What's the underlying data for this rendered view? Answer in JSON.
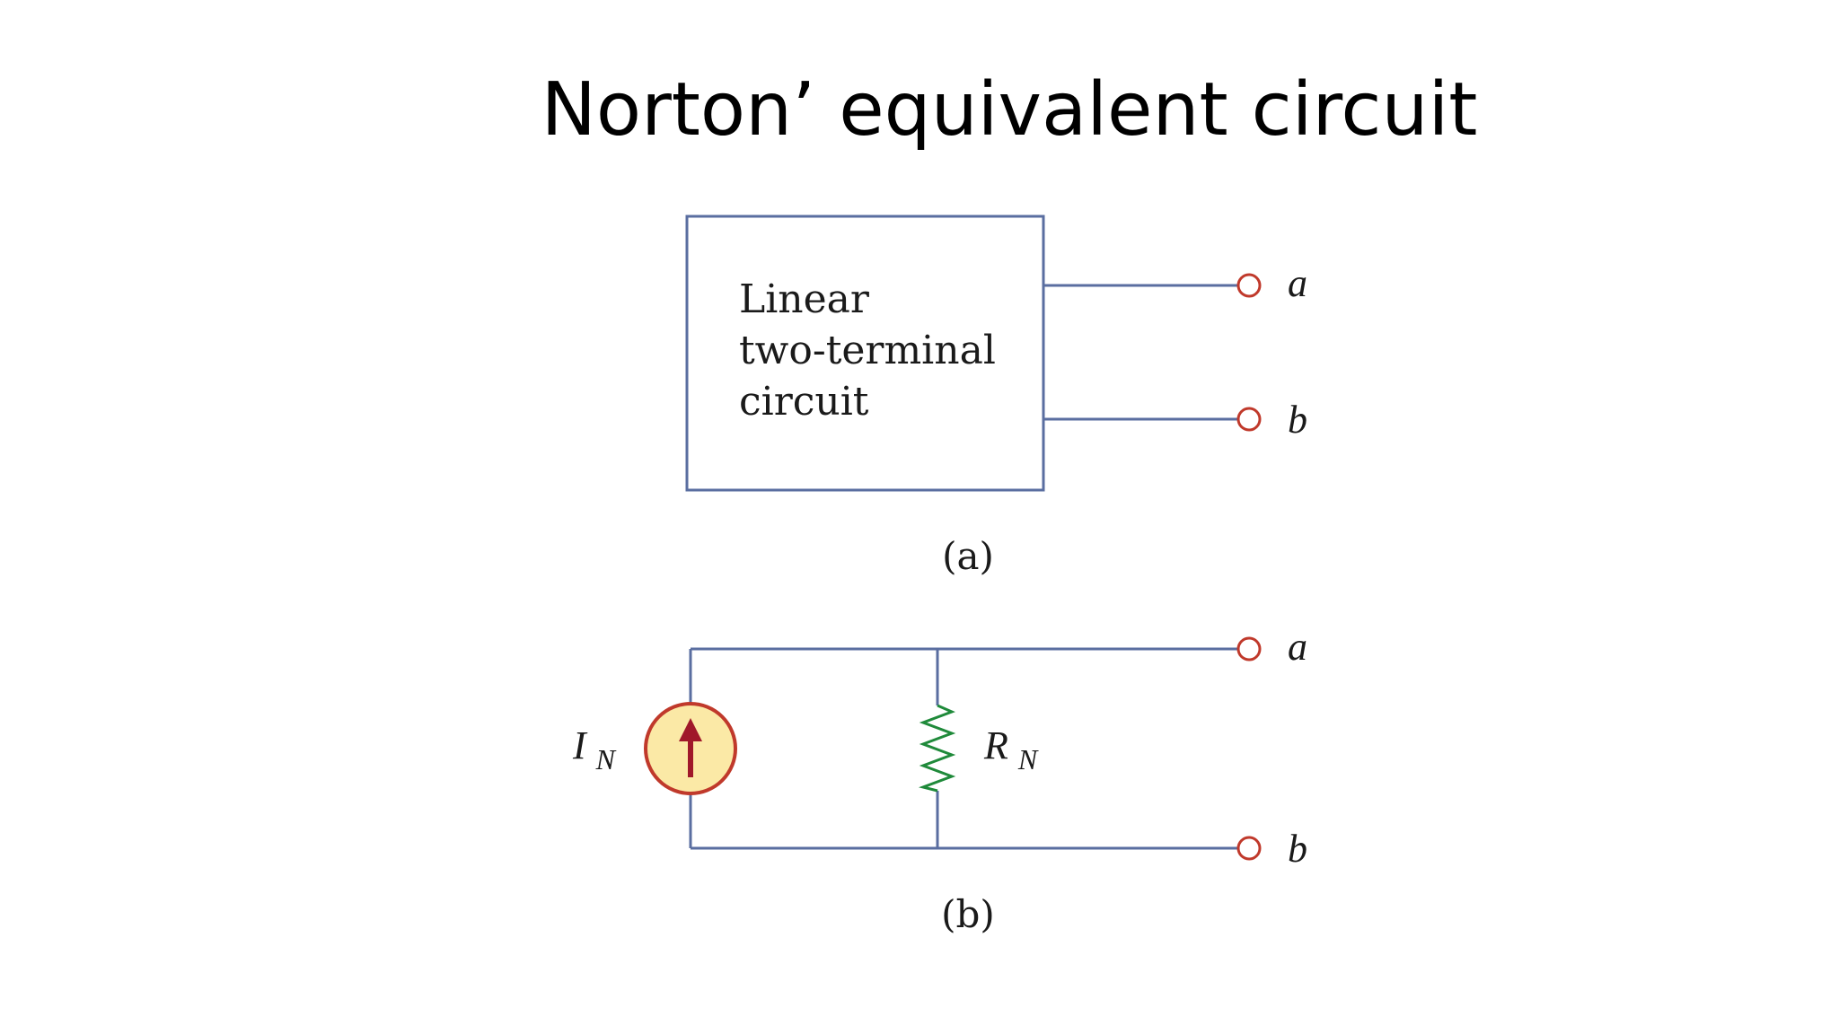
{
  "slide": {
    "title": "Norton’ equivalent circuit"
  },
  "diagram_a": {
    "box_label_line1": "Linear",
    "box_label_line2": "two-terminal",
    "box_label_line3": "circuit",
    "terminal_a": "a",
    "terminal_b": "b",
    "caption": "(a)"
  },
  "diagram_b": {
    "source_label": "I",
    "source_subscript": "N",
    "resistor_label": "R",
    "resistor_subscript": "N",
    "terminal_a": "a",
    "terminal_b": "b",
    "caption": "(b)"
  },
  "colors": {
    "wire": "#5a6ea0",
    "terminal": "#c0392b",
    "source_fill": "#fbe9a6",
    "source_stroke": "#c0392b",
    "arrow": "#a0182a",
    "resistor": "#1f8a3a"
  }
}
